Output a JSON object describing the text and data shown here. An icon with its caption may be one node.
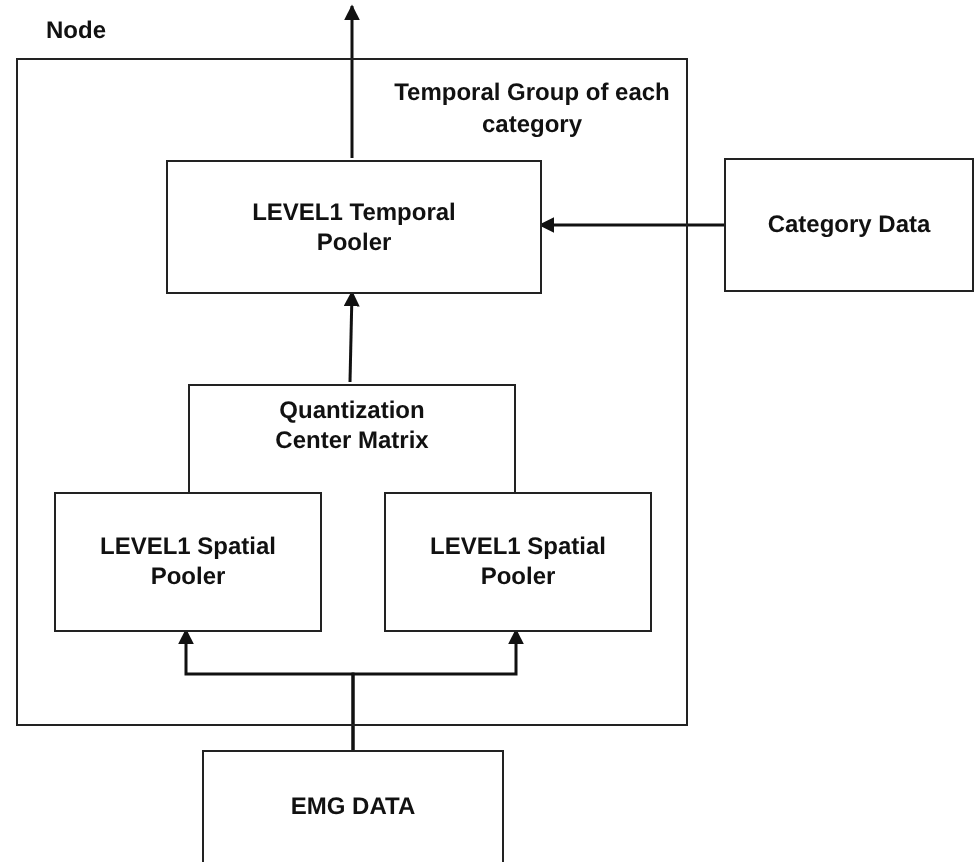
{
  "diagram": {
    "nodes": [
      {
        "text": [
          "Node"
        ]
      },
      {
        "text": [
          "LEVEL1 Temporal Pooler"
        ],
        "in": 0
      },
      {
        "text": [
          "Category Data"
        ]
      },
      {
        "text": [
          "Quantization Center Matrix"
        ],
        "in": 0
      },
      {
        "text": [
          "LEVEL1 Spatial Pooler"
        ],
        "in": 0
      },
      {
        "text": [
          "LEVEL1 Spatial Pooler"
        ],
        "in": 0
      },
      {
        "text": [
          "EMG DATA"
        ]
      }
    ],
    "edges": [
      {
        "from": 1,
        "to": null,
        "arrow": "to"
      },
      {
        "from": 2,
        "to": 1,
        "arrow": "to"
      },
      {
        "from": 3,
        "to": 1,
        "arrow": "to"
      },
      {
        "from": 6,
        "to": 4,
        "arrow": "to"
      },
      {
        "from": 6,
        "to": 5,
        "arrow": "to"
      }
    ],
    "labels": [
      "Temporal Group of each category"
    ]
  }
}
